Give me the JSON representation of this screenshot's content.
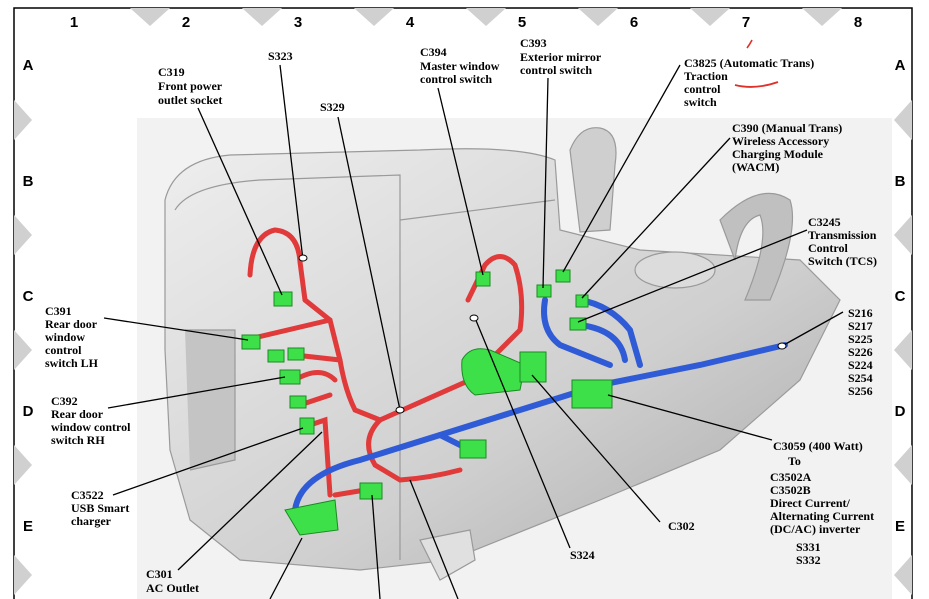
{
  "grid": {
    "columns": [
      "1",
      "2",
      "3",
      "4",
      "5",
      "6",
      "7",
      "8"
    ],
    "rows": [
      "A",
      "B",
      "C",
      "D",
      "E"
    ]
  },
  "callouts": {
    "c319": [
      "C319",
      "Front power",
      "outlet socket"
    ],
    "s323": [
      "S323"
    ],
    "s329": [
      "S329"
    ],
    "c394": [
      "C394",
      "Master window",
      "control switch"
    ],
    "c393": [
      "C393",
      "Exterior mirror",
      "control switch"
    ],
    "c3825": [
      "C3825 (Automatic Trans)",
      "Traction",
      "control",
      "switch"
    ],
    "c390": [
      "C390 (Manual Trans)",
      "Wireless Accessory",
      "Charging Module",
      "(WACM)"
    ],
    "c3245": [
      "C3245",
      "Transmission",
      "Control",
      "Switch (TCS)"
    ],
    "splices": [
      "S216",
      "S217",
      "S225",
      "S226",
      "S224",
      "S254",
      "S256"
    ],
    "c391": [
      "C391",
      "Rear door",
      "window",
      "control",
      "switch LH"
    ],
    "c392": [
      "C392",
      "Rear door",
      "window control",
      "switch RH"
    ],
    "c3522": [
      "C3522",
      "USB Smart",
      "charger"
    ],
    "c301": [
      "C301",
      "AC Outlet"
    ],
    "s324": [
      "S324"
    ],
    "c302": [
      "C302"
    ],
    "c3059": [
      "C3059 (400 Watt)",
      "To",
      "C3502A",
      "C3502B",
      "Direct Current/",
      "Alternating Current",
      "(DC/AC) inverter",
      "S331",
      "S332"
    ]
  },
  "colors": {
    "red_harness": "#e03a3a",
    "blue_harness": "#2f5bd6",
    "connector": "#3ee04a",
    "console": "#d4d4d4",
    "annotation": "#e0302a"
  }
}
